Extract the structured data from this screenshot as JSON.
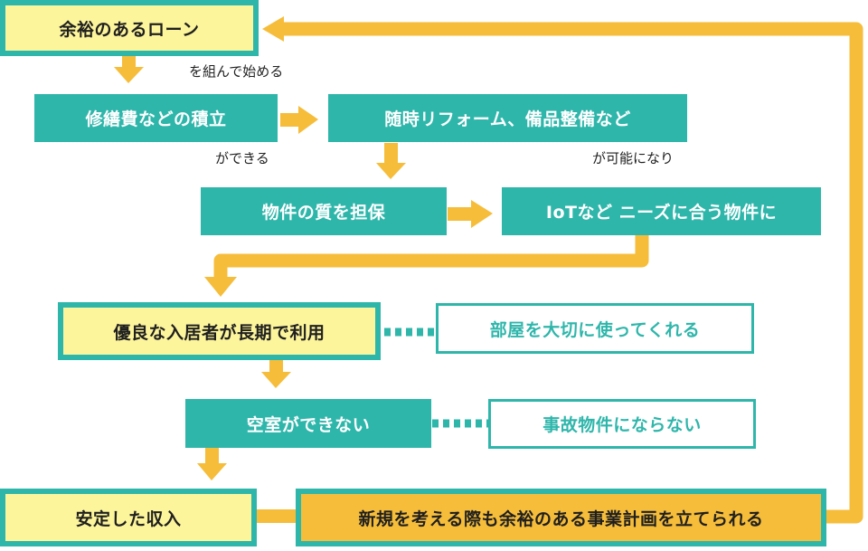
{
  "nodes": {
    "loan": "余裕のあるローン",
    "reserve": "修繕費などの積立",
    "reform": "随時リフォーム、備品整備など",
    "quality": "物件の質を担保",
    "iot": "IoTなど ニーズに合う物件に",
    "tenant": "優良な入居者が長期で利用",
    "care": "部屋を大切に使ってくれる",
    "vacancy": "空室ができない",
    "accident": "事故物件にならない",
    "income": "安定した収入",
    "plan": "新規を考える際も余裕のある事業計画を立てられる"
  },
  "notes": {
    "loan_note": "を組んで始める",
    "reserve_note": "ができる",
    "reform_note": "が可能になり"
  },
  "colors": {
    "teal": "#2fb6ab",
    "arrow": "#f6bd3a",
    "box_yellow": "#fdf59b",
    "box_orange": "#f6bd3a"
  }
}
